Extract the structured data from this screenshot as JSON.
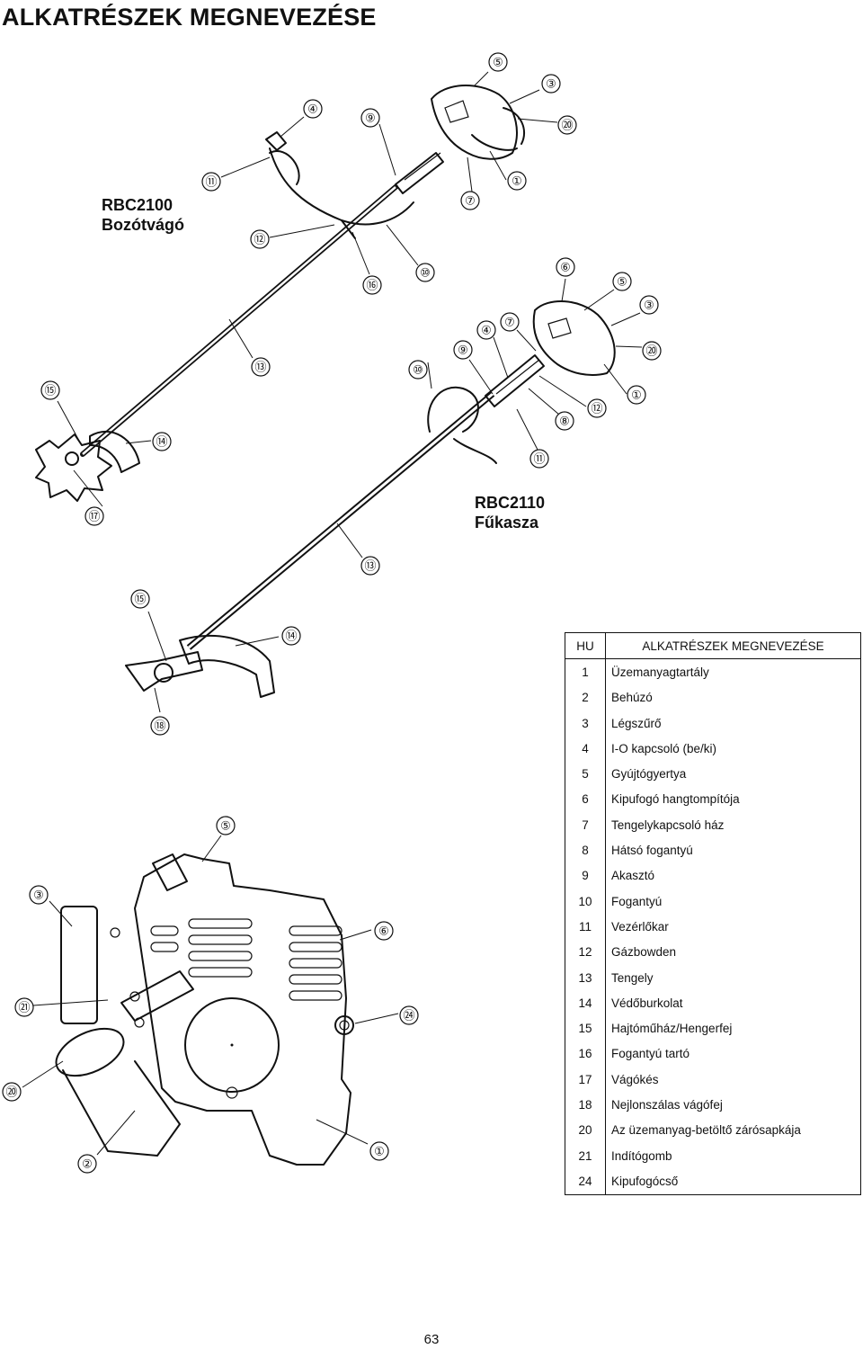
{
  "title": "ALKATRÉSZEK MEGNEVEZÉSE",
  "models": {
    "a": {
      "code": "RBC2100",
      "name": "Bozótvágó"
    },
    "b": {
      "code": "RBC2110",
      "name": "Fűkasza"
    }
  },
  "callouts": {
    "a": [
      "⑤",
      "③",
      "④",
      "⑨",
      "⑳",
      "⑪",
      "①",
      "⑦",
      "⑫",
      "⑯",
      "⑩",
      "⑬",
      "⑮",
      "⑭",
      "⑰"
    ],
    "b": [
      "⑥",
      "⑤",
      "③",
      "⑦",
      "④",
      "⑨",
      "⑳",
      "⑩",
      "⑫",
      "①",
      "⑧",
      "⑪",
      "⑬",
      "⑮",
      "⑭",
      "⑱"
    ],
    "engine": [
      "⑤",
      "③",
      "⑥",
      "㉑",
      "㉔",
      "⑳",
      "②",
      "①"
    ]
  },
  "table": {
    "header": {
      "lang": "HU",
      "title": "ALKATRÉSZEK MEGNEVEZÉSE"
    },
    "rows": [
      {
        "num": "1",
        "name": "Üzemanyagtartály"
      },
      {
        "num": "2",
        "name": "Behúzó"
      },
      {
        "num": "3",
        "name": "Légszűrő"
      },
      {
        "num": "4",
        "name": "I-O kapcsoló (be/ki)"
      },
      {
        "num": "5",
        "name": "Gyújtógyertya"
      },
      {
        "num": "6",
        "name": "Kipufogó hangtompítója"
      },
      {
        "num": "7",
        "name": "Tengelykapcsoló ház"
      },
      {
        "num": "8",
        "name": "Hátsó fogantyú"
      },
      {
        "num": "9",
        "name": "Akasztó"
      },
      {
        "num": "10",
        "name": "Fogantyú"
      },
      {
        "num": "11",
        "name": "Vezérlőkar"
      },
      {
        "num": "12",
        "name": "Gázbowden"
      },
      {
        "num": "13",
        "name": "Tengely"
      },
      {
        "num": "14",
        "name": "Védőburkolat"
      },
      {
        "num": "15",
        "name": "Hajtóműház/Hengerfej"
      },
      {
        "num": "16",
        "name": "Fogantyú tartó"
      },
      {
        "num": "17",
        "name": "Vágókés"
      },
      {
        "num": "18",
        "name": "Nejlonszálas vágófej"
      },
      {
        "num": "20",
        "name": "Az üzemanyag-betöltő zárósapkája"
      },
      {
        "num": "21",
        "name": "Indítógomb"
      },
      {
        "num": "24",
        "name": "Kipufogócső"
      }
    ]
  },
  "page_number": "63"
}
